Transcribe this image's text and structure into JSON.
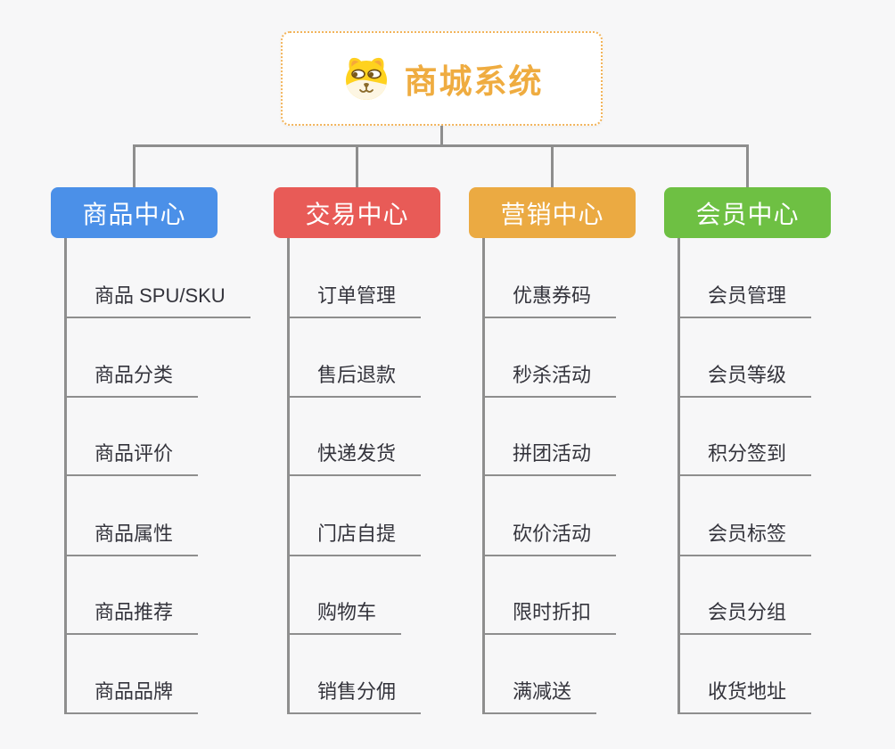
{
  "root": {
    "title": "商城系统",
    "icon": "dog-face-icon"
  },
  "branches": [
    {
      "label": "商品中心",
      "color": "#4b90e8",
      "children": [
        "商品 SPU/SKU",
        "商品分类",
        "商品评价",
        "商品属性",
        "商品推荐",
        "商品品牌"
      ]
    },
    {
      "label": "交易中心",
      "color": "#e85b57",
      "children": [
        "订单管理",
        "售后退款",
        "快递发货",
        "门店自提",
        "购物车",
        "销售分佣"
      ]
    },
    {
      "label": "营销中心",
      "color": "#ebaa42",
      "children": [
        "优惠券码",
        "秒杀活动",
        "拼团活动",
        "砍价活动",
        "限时折扣",
        "满减送"
      ]
    },
    {
      "label": "会员中心",
      "color": "#6ec043",
      "children": [
        "会员管理",
        "会员等级",
        "积分签到",
        "会员标签",
        "会员分组",
        "收货地址"
      ]
    }
  ],
  "colors": {
    "background": "#f7f7f8",
    "connector": "#8e8e8e",
    "root_border": "#f2b45b",
    "root_title_text": "#efac40",
    "leaf_text": "#34343c",
    "branch_label_text": "#ffffff"
  }
}
